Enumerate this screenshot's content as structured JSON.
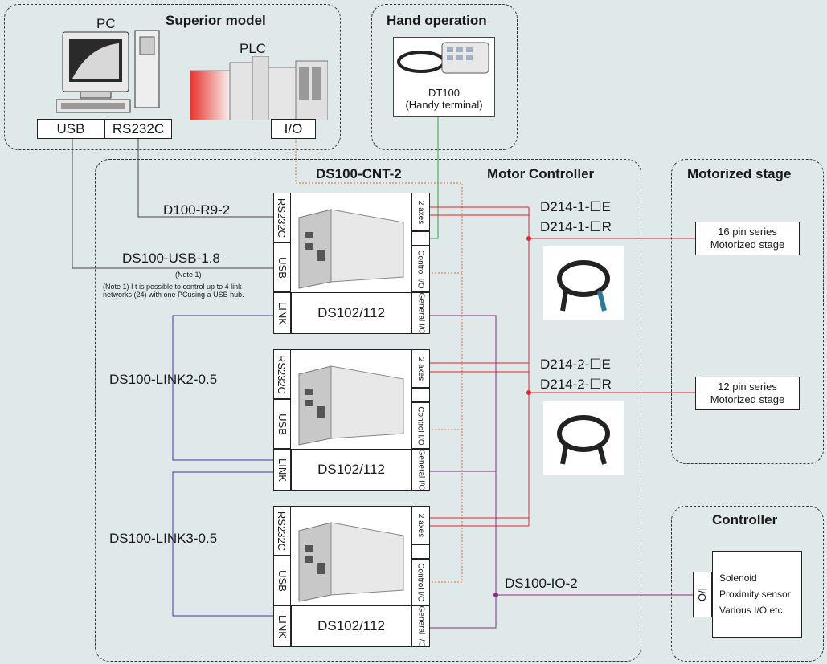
{
  "groups": {
    "superior": "Superior model",
    "hand": "Hand operation",
    "motor_controller": "Motor Controller",
    "motorized_stage": "Motorized stage",
    "controller": "Controller"
  },
  "pc": {
    "label": "PC",
    "usb": "USB",
    "rs232c": "RS232C"
  },
  "plc": {
    "label": "PLC",
    "io": "I/O"
  },
  "dt100": {
    "name": "DT100",
    "desc": "(Handy terminal)"
  },
  "model": "DS100-CNT-2",
  "cables": {
    "r9": "D100-R9-2",
    "usb": "DS100-USB-1.8",
    "note_ref": "(Note 1)",
    "note": "(Note 1) I t is possible to control up to 4 link networks (24) with one PCusing a USB hub.",
    "link2": "DS100-LINK2-0.5",
    "link3": "DS100-LINK3-0.5",
    "d214_1e": "D214-1-☐E",
    "d214_1r": "D214-1-☐R",
    "d214_2e": "D214-2-☐E",
    "d214_2r": "D214-2-☐R",
    "io2": "DS100-IO-2"
  },
  "unit_ports": {
    "rs232c": "RS232C",
    "usb": "USB",
    "link": "LINK",
    "axes": "2 axes",
    "control_io": "Control I/O",
    "general_io": "General I/O",
    "name": "DS102/112"
  },
  "stages": {
    "s16_line1": "16 pin series",
    "s16_line2": "Motorized stage",
    "s12_line1": "12 pin series",
    "s12_line2": "Motorized stage"
  },
  "ext_controller": {
    "io": "I/O",
    "line1": "Solenoid",
    "line2": "Proximity sensor",
    "line3": "Various I/O etc."
  },
  "colors": {
    "motor_cable": "#e8212a",
    "link_cable": "#3a3a9a",
    "io_cable": "#8b2a8b",
    "control_cable": "#e06a3a",
    "dt_cable": "#3aa04a"
  }
}
